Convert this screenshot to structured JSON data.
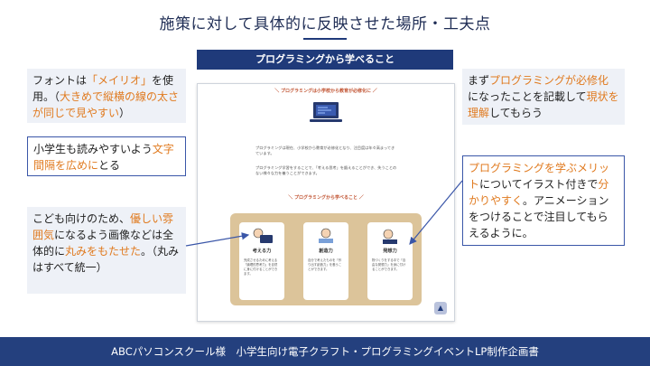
{
  "slide": {
    "title": "施策に対して具体的に反映させた場所・工夫点",
    "hero_banner": "プログラミングから学べること",
    "footer": "ABCパソコンスクール様　小学生向け電子クラフト・プログラミングイベントLP制作企画書"
  },
  "mock": {
    "heading": "＼ プログラミングは小学校から教育が必修化に ／",
    "para1": "プログラミングは現在、小学校から教育が必修化となり、注目度は年々高まってきています。",
    "para2": "プログラミング学習をすることで、「考える思考」を鍛えることができ、失うことのない様々な力を養うことができます。",
    "subheading": "＼ プログラミングから学べること ／",
    "cards": [
      {
        "title": "考える力",
        "desc": "完成させるために考える「論理的思考力」を自然に身に付けることができます。"
      },
      {
        "title": "創造力",
        "desc": "自分で考えたものを「作り出す創造力」を養うことができます。"
      },
      {
        "title": "発想力",
        "desc": "物づくりをする中で「自由な発想力」を身に付けることができます。"
      }
    ],
    "scroll_icon": "chevron-up-icon"
  },
  "notes": {
    "font": {
      "p1": "フォントは",
      "hl1": "「メイリオ」",
      "p2": "を使用。（",
      "hl2": "大きめで縦横の線の太さが同じで見やすい",
      "p3": "）"
    },
    "spacing": {
      "p1": "小学生も読みやすいよう",
      "hl1": "文字間隔を広めに",
      "p2": "とる"
    },
    "rounded": {
      "p1": "こども向けのため、",
      "hl1": "優しい雰囲気",
      "p2": "になるよう画像などは全体的に",
      "hl2": "丸みをもたせた",
      "p3": "。（丸みはすべて統一）"
    },
    "mandatory": {
      "p1": "まず",
      "hl1": "プログラミングが必修化",
      "p2": "になったことを記載して",
      "hl2": "現状を理解",
      "p3": "してもらう"
    },
    "illustration": {
      "hl1": "プログラミングを学ぶメリット",
      "p1": "についてイラスト付きで",
      "hl2": "分かりやすく",
      "p2": "。アニメーションをつけることで注目してもらえるように。"
    }
  },
  "colors": {
    "accent": "#e07a1f",
    "navy": "#1f3a7a",
    "panel": "#dcc49a"
  }
}
